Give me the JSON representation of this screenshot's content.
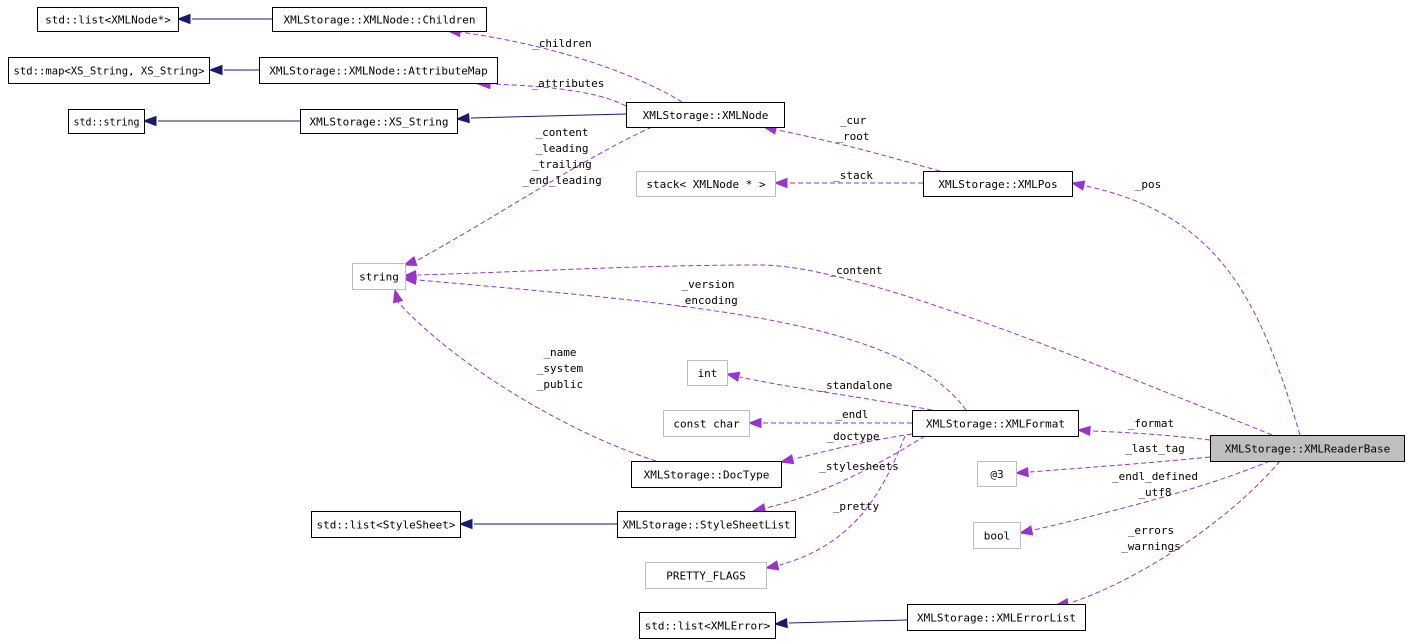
{
  "nodes": [
    {
      "id": "list_xmlnode",
      "label": "std::list<XMLNode*>",
      "style": "normal"
    },
    {
      "id": "children",
      "label": "XMLStorage::XMLNode::Children",
      "style": "normal"
    },
    {
      "id": "map",
      "label": "std::map<XS_String, XS_String>",
      "style": "normal"
    },
    {
      "id": "attrmap",
      "label": "XMLStorage::XMLNode::AttributeMap",
      "style": "normal"
    },
    {
      "id": "stdstring",
      "label": "std::string",
      "style": "normal"
    },
    {
      "id": "xsstring",
      "label": "XMLStorage::XS_String",
      "style": "normal"
    },
    {
      "id": "xmlnode",
      "label": "XMLStorage::XMLNode",
      "style": "normal"
    },
    {
      "id": "stack",
      "label": "stack< XMLNode * >",
      "style": "gray"
    },
    {
      "id": "xmlpos",
      "label": "XMLStorage::XMLPos",
      "style": "normal"
    },
    {
      "id": "string",
      "label": "string",
      "style": "gray"
    },
    {
      "id": "int",
      "label": "int",
      "style": "gray"
    },
    {
      "id": "constchar",
      "label": "const char",
      "style": "gray"
    },
    {
      "id": "xmlformat",
      "label": "XMLStorage::XMLFormat",
      "style": "normal"
    },
    {
      "id": "readerbase",
      "label": "XMLStorage::XMLReaderBase",
      "style": "focus"
    },
    {
      "id": "doctype",
      "label": "XMLStorage::DocType",
      "style": "normal"
    },
    {
      "id": "at3",
      "label": "@3",
      "style": "gray"
    },
    {
      "id": "list_stylesheet",
      "label": "std::list<StyleSheet>",
      "style": "normal"
    },
    {
      "id": "stylesheetlist",
      "label": "XMLStorage::StyleSheetList",
      "style": "normal"
    },
    {
      "id": "bool",
      "label": "bool",
      "style": "gray"
    },
    {
      "id": "prettyflags",
      "label": "PRETTY_FLAGS",
      "style": "gray"
    },
    {
      "id": "list_xmlerror",
      "label": "std::list<XMLError>",
      "style": "normal"
    },
    {
      "id": "errorlist",
      "label": "XMLStorage::XMLErrorList",
      "style": "normal"
    }
  ],
  "edges": [
    {
      "from": "children",
      "to": "list_xmlnode",
      "kind": "inherit"
    },
    {
      "from": "attrmap",
      "to": "map",
      "kind": "inherit"
    },
    {
      "from": "xsstring",
      "to": "stdstring",
      "kind": "inherit"
    },
    {
      "from": "xmlnode",
      "to": "xsstring",
      "kind": "inherit"
    },
    {
      "from": "stylesheetlist",
      "to": "list_stylesheet",
      "kind": "inherit"
    },
    {
      "from": "errorlist",
      "to": "list_xmlerror",
      "kind": "inherit"
    },
    {
      "from": "xmlnode",
      "to": "children",
      "kind": "uses",
      "labels": [
        "_children"
      ]
    },
    {
      "from": "xmlnode",
      "to": "attrmap",
      "kind": "uses",
      "labels": [
        "_attributes"
      ]
    },
    {
      "from": "xmlnode",
      "to": "string",
      "kind": "uses",
      "labels": [
        "_content",
        "_leading",
        "_trailing",
        "_end_leading"
      ]
    },
    {
      "from": "xmlpos",
      "to": "xmlnode",
      "kind": "uses",
      "labels": [
        "_cur",
        "_root"
      ]
    },
    {
      "from": "xmlpos",
      "to": "stack",
      "kind": "uses",
      "labels": [
        "_stack"
      ]
    },
    {
      "from": "readerbase",
      "to": "xmlpos",
      "kind": "uses",
      "labels": [
        "_pos"
      ]
    },
    {
      "from": "readerbase",
      "to": "string",
      "kind": "uses",
      "labels": [
        "_content"
      ]
    },
    {
      "from": "xmlformat",
      "to": "string",
      "kind": "uses",
      "labels": [
        "_version",
        "_encoding"
      ]
    },
    {
      "from": "doctype",
      "to": "string",
      "kind": "uses",
      "labels": [
        "_name",
        "_system",
        "_public"
      ]
    },
    {
      "from": "xmlformat",
      "to": "int",
      "kind": "uses",
      "labels": [
        "_standalone"
      ]
    },
    {
      "from": "xmlformat",
      "to": "constchar",
      "kind": "uses",
      "labels": [
        "_endl"
      ]
    },
    {
      "from": "readerbase",
      "to": "xmlformat",
      "kind": "uses",
      "labels": [
        "_format"
      ]
    },
    {
      "from": "xmlformat",
      "to": "doctype",
      "kind": "uses",
      "labels": [
        "_doctype"
      ]
    },
    {
      "from": "readerbase",
      "to": "at3",
      "kind": "uses",
      "labels": [
        "_last_tag"
      ]
    },
    {
      "from": "xmlformat",
      "to": "stylesheetlist",
      "kind": "uses",
      "labels": [
        "_stylesheets"
      ]
    },
    {
      "from": "readerbase",
      "to": "bool",
      "kind": "uses",
      "labels": [
        "_endl_defined",
        "_utf8"
      ]
    },
    {
      "from": "xmlformat",
      "to": "prettyflags",
      "kind": "uses",
      "labels": [
        "_pretty"
      ]
    },
    {
      "from": "readerbase",
      "to": "errorlist",
      "kind": "uses",
      "labels": [
        "_errors",
        "_warnings"
      ]
    }
  ]
}
